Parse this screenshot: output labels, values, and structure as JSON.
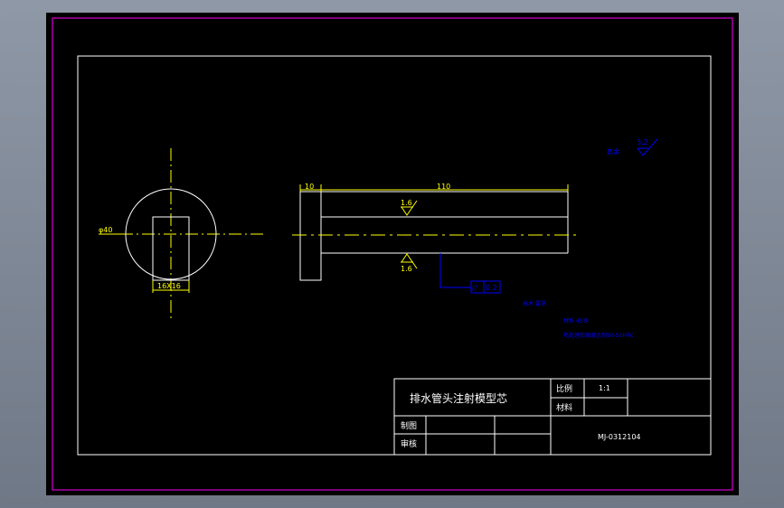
{
  "drawing": {
    "colors": {
      "background": "#000000",
      "outer_frame": "#ff00ff",
      "inner_frame": "#ffffff",
      "geometry": "#ffffff",
      "dimensions": "#ffff00",
      "annotations": "#0000ff"
    },
    "dims": {
      "diameter": "φ40",
      "square": "16X16",
      "head_length": "10",
      "shaft_length": "110",
      "roughness_top": "1.6",
      "roughness_bottom": "1.6"
    },
    "tolerance_frame": {
      "symbol": "//",
      "value": "0.2"
    },
    "notes": {
      "rest_label": "其余",
      "rest_roughness": "3.2",
      "tech_requirements": "技术 要求",
      "material_note": "材料    45钢",
      "treatment_note": "热处理后硬度达到50-55HRC"
    },
    "title_block": {
      "title": "排水管头注射模型芯",
      "scale_label": "比例",
      "scale_value": "1:1",
      "material_label": "材料",
      "drawn_label": "制图",
      "checked_label": "审核",
      "drawing_number": "MJ-0312104"
    }
  }
}
